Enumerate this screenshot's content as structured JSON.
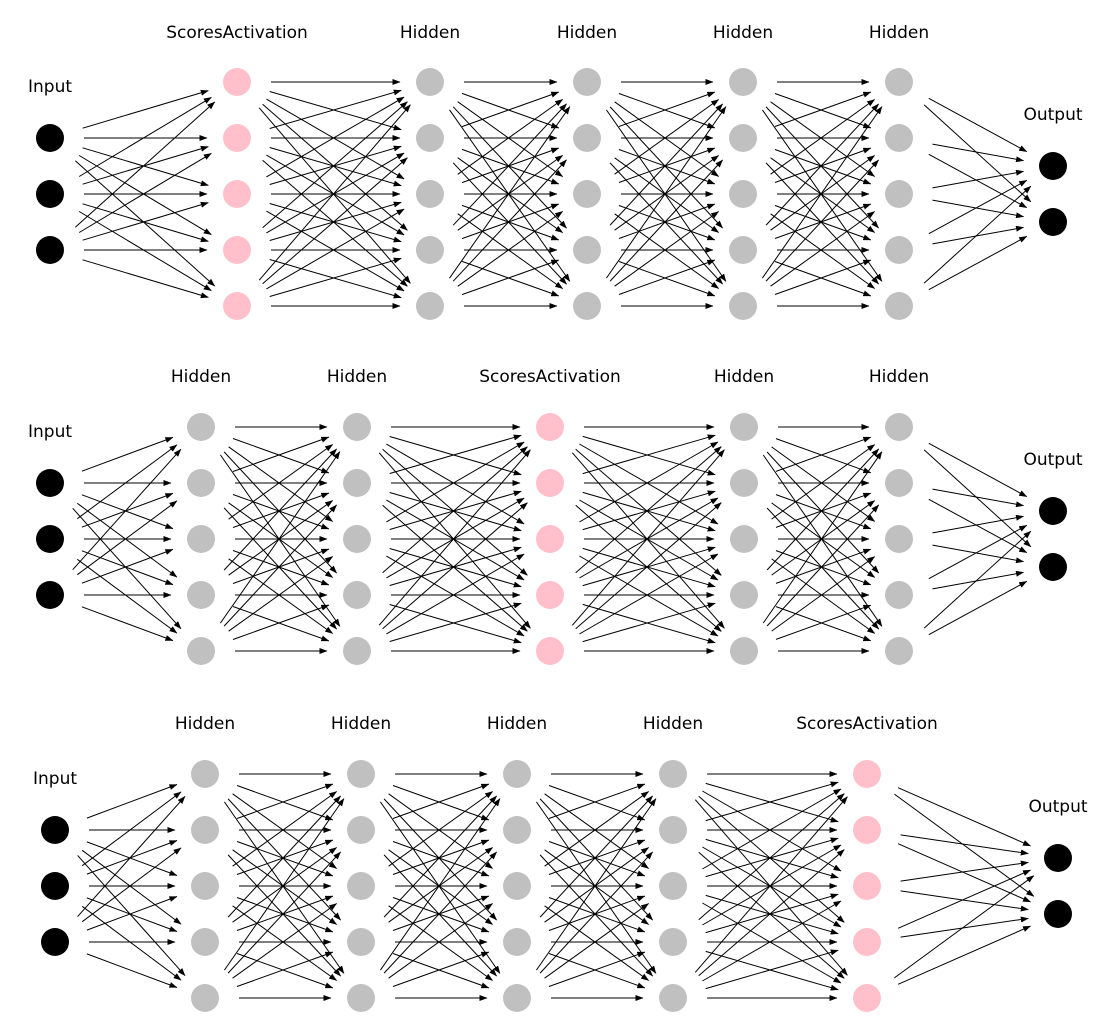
{
  "colors": {
    "input": "#000000",
    "output": "#000000",
    "hidden": "#c0c0c0",
    "scores_activation": "#ffc0cb",
    "edge": "#000000",
    "background": "#ffffff"
  },
  "networks": [
    {
      "layers": [
        {
          "label": "Input",
          "kind": "input",
          "neurons": 3
        },
        {
          "label": "ScoresActivation",
          "kind": "scores_activation",
          "neurons": 5
        },
        {
          "label": "Hidden",
          "kind": "hidden",
          "neurons": 5
        },
        {
          "label": "Hidden",
          "kind": "hidden",
          "neurons": 5
        },
        {
          "label": "Hidden",
          "kind": "hidden",
          "neurons": 5
        },
        {
          "label": "Hidden",
          "kind": "hidden",
          "neurons": 5
        },
        {
          "label": "Output",
          "kind": "output",
          "neurons": 2
        }
      ]
    },
    {
      "layers": [
        {
          "label": "Input",
          "kind": "input",
          "neurons": 3
        },
        {
          "label": "Hidden",
          "kind": "hidden",
          "neurons": 5
        },
        {
          "label": "Hidden",
          "kind": "hidden",
          "neurons": 5
        },
        {
          "label": "ScoresActivation",
          "kind": "scores_activation",
          "neurons": 5
        },
        {
          "label": "Hidden",
          "kind": "hidden",
          "neurons": 5
        },
        {
          "label": "Hidden",
          "kind": "hidden",
          "neurons": 5
        },
        {
          "label": "Output",
          "kind": "output",
          "neurons": 2
        }
      ]
    },
    {
      "layers": [
        {
          "label": "Input",
          "kind": "input",
          "neurons": 3
        },
        {
          "label": "Hidden",
          "kind": "hidden",
          "neurons": 5
        },
        {
          "label": "Hidden",
          "kind": "hidden",
          "neurons": 5
        },
        {
          "label": "Hidden",
          "kind": "hidden",
          "neurons": 5
        },
        {
          "label": "Hidden",
          "kind": "hidden",
          "neurons": 5
        },
        {
          "label": "ScoresActivation",
          "kind": "scores_activation",
          "neurons": 5
        },
        {
          "label": "Output",
          "kind": "output",
          "neurons": 2
        }
      ]
    }
  ]
}
